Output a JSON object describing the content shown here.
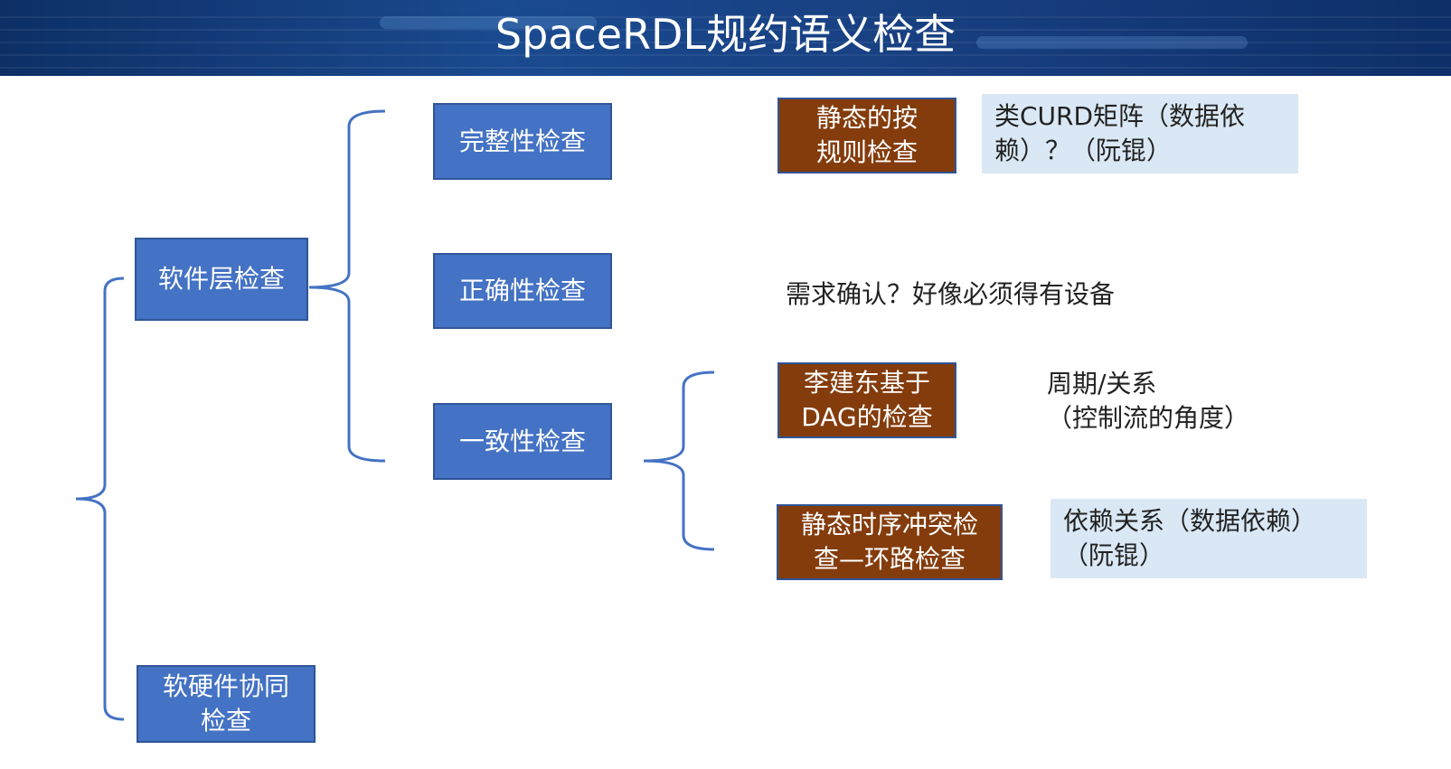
{
  "title": "SpaceRDL规约语义检查",
  "nodes": {
    "software": "软件层检查",
    "hwsw": "软硬件协同检查",
    "completeness": "完整性检查",
    "correctness": "正确性检查",
    "consistency": "一致性检查",
    "static_rules": "静态的按规则检查",
    "dag_check": "李建东基于DAG的检查",
    "timing_check": "静态时序冲突检查—环路检查"
  },
  "lines_text": {
    "static_rules": [
      "静态的按",
      "规则检查"
    ],
    "dag_check": [
      "李建东基于",
      "DAG的检查"
    ],
    "timing_check": [
      "静态时序冲突检",
      "查—环路检查"
    ],
    "hwsw": [
      "软硬件协同",
      "检查"
    ]
  },
  "notes": {
    "curd": [
      "类CURD矩阵（数据依",
      "赖）？（阮锟）"
    ],
    "requirement": "需求确认？好像必须得有设备",
    "period": [
      "周期/关系",
      "（控制流的角度）"
    ],
    "dependency": [
      "依赖关系（数据依赖）",
      "（阮锟）"
    ]
  },
  "colors": {
    "blue_box": "#4472c4",
    "brown_box": "#843c0c",
    "note_bg": "#dae8f5",
    "bracket": "#4472c4",
    "banner": "#173f80"
  }
}
